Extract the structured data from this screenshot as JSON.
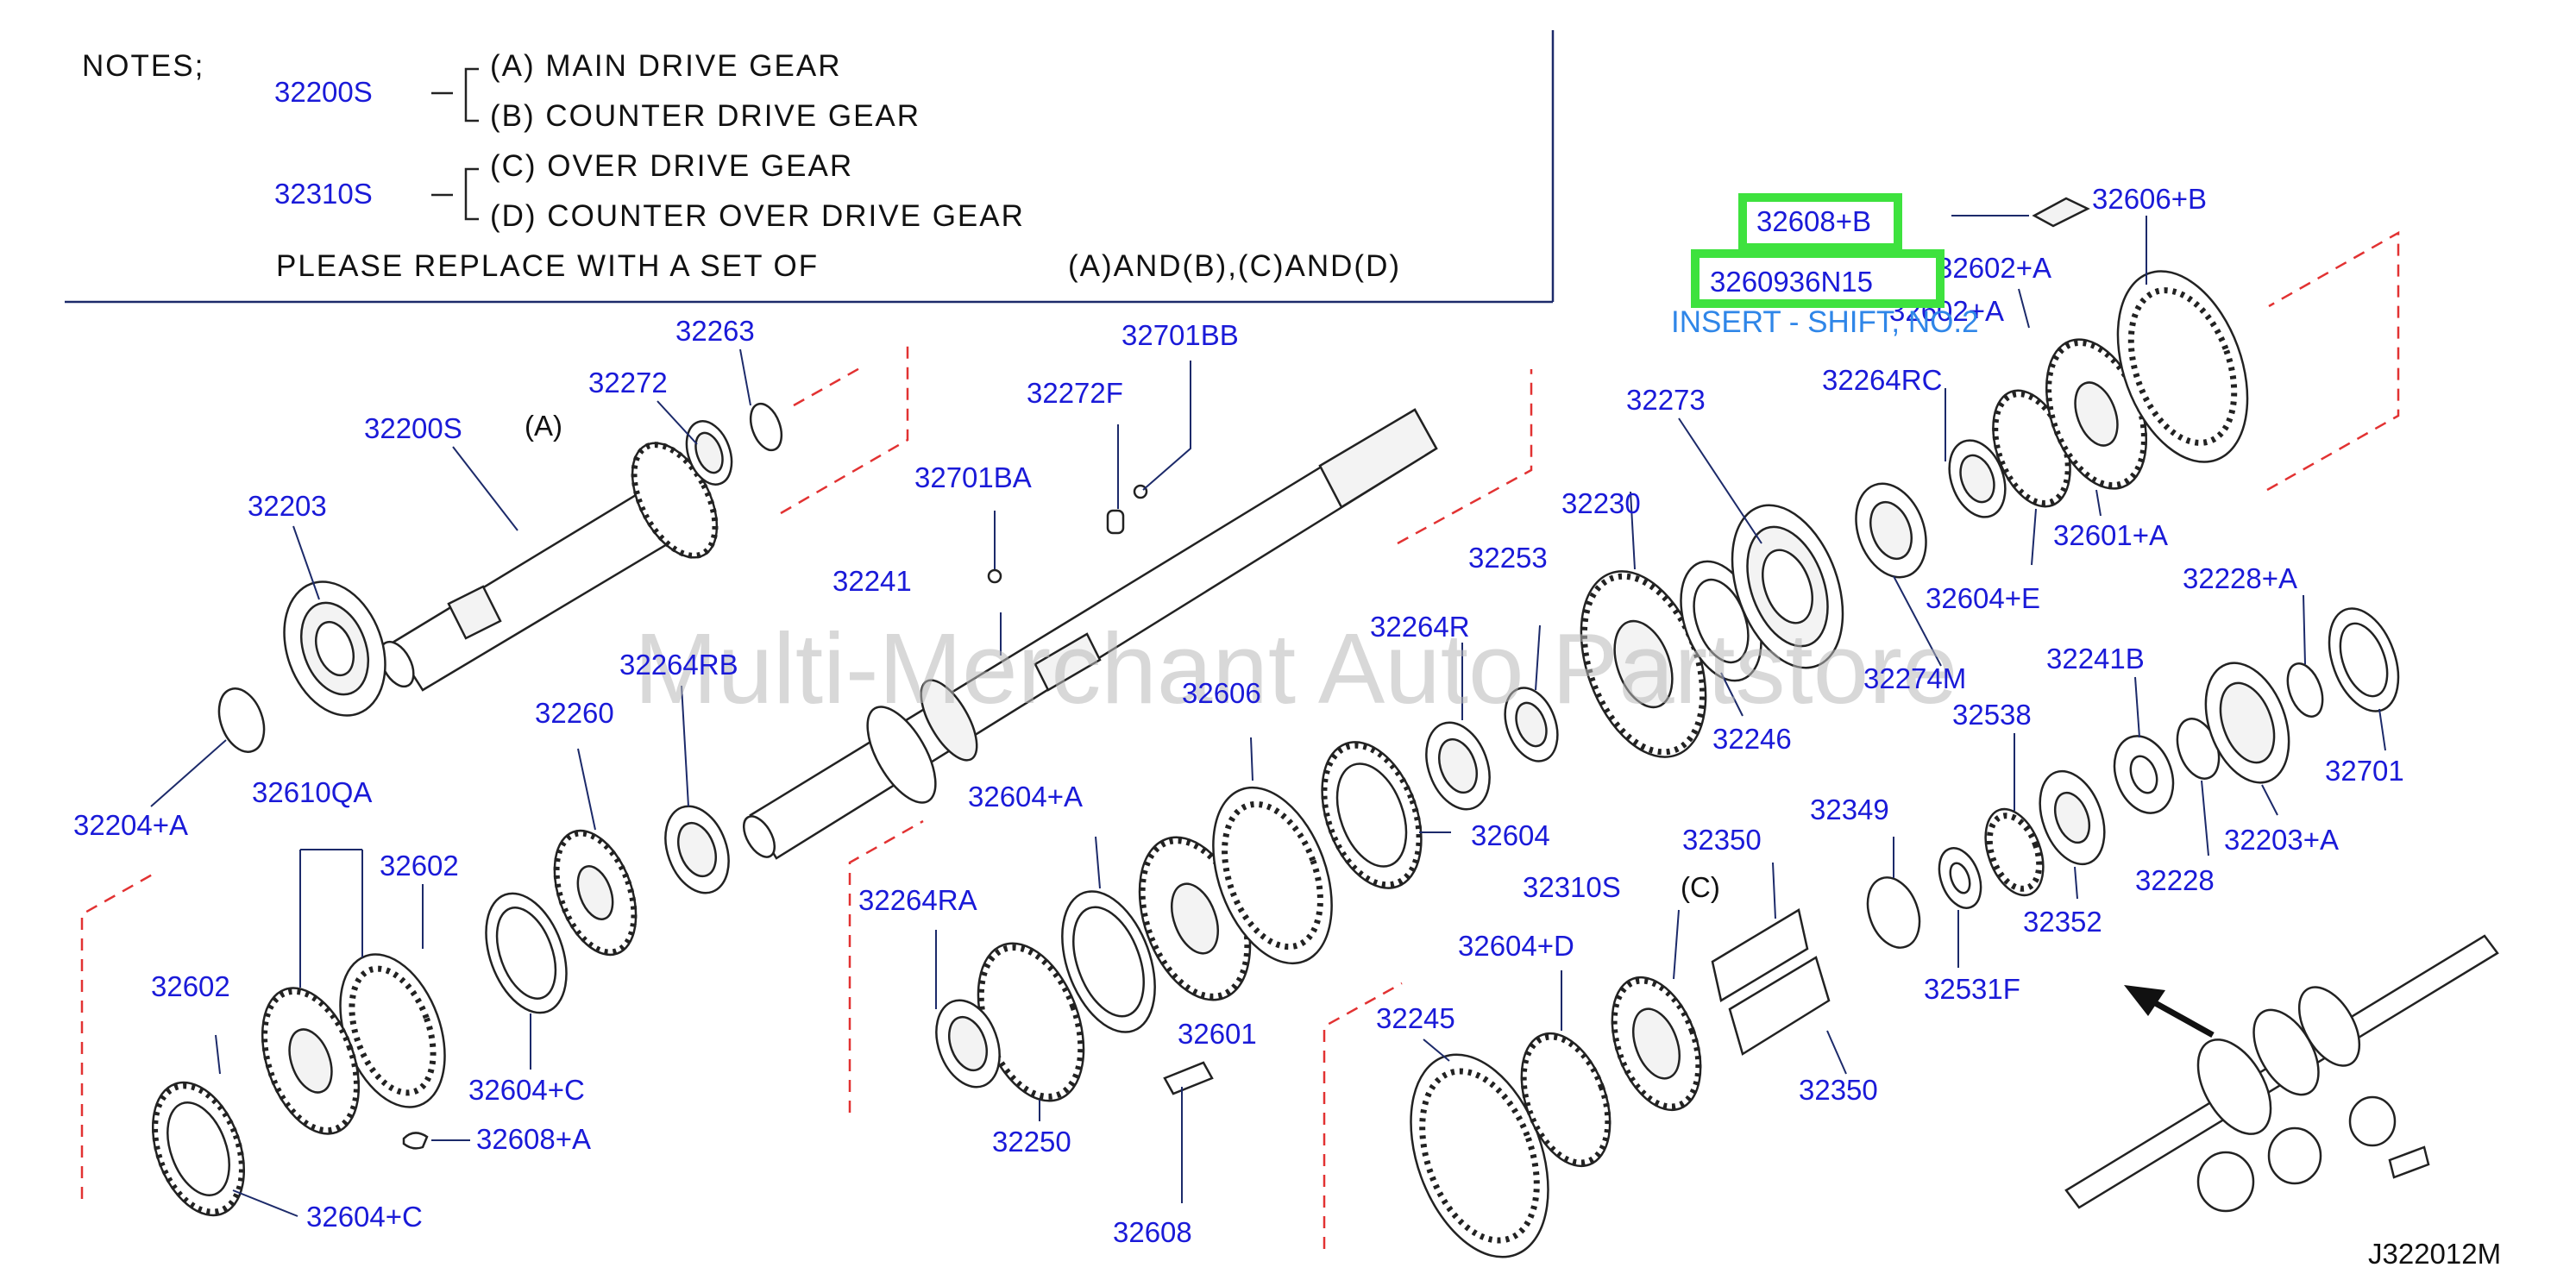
{
  "notes": {
    "heading": "NOTES;",
    "group1_part": "32200S",
    "item_a": "(A)  MAIN  DRIVE  GEAR",
    "item_b": "(B)  COUNTER  DRIVE  GEAR",
    "group2_part": "32310S",
    "item_c": "(C)  OVER  DRIVE  GEAR",
    "item_d": "(D)  COUNTER  OVER  DRIVE  GEAR",
    "replace_text": "PLEASE  REPLACE  WITH  A  SET  OF",
    "replace_sets": "(A)AND(B),(C)AND(D)"
  },
  "highlight": {
    "part_1": "32608+B",
    "part_2": "3260936N15",
    "description": "INSERT - SHIFT, NO.2"
  },
  "markers": {
    "a": "(A)",
    "c": "(C)"
  },
  "watermark": "Multi-Merchant Auto Partstore",
  "diagram_code": "J322012M",
  "colors": {
    "part_number": "#1a1ad8",
    "highlight_border": "#3ee23e",
    "description_text": "#2f86e8",
    "section_dash": "#e23232"
  },
  "parts": {
    "p32263": "32263",
    "p32272": "32272",
    "p32200S": "32200S",
    "p32203": "32203",
    "p32204A": "32204+A",
    "p32701BB": "32701BB",
    "p32272F": "32272F",
    "p32701BA": "32701BA",
    "p32241": "32241",
    "p32264RB": "32264RB",
    "p32260": "32260",
    "p32610QA": "32610QA",
    "p32602a": "32602",
    "p32602b": "32602",
    "p32604Ca": "32604+C",
    "p32608A": "32608+A",
    "p32604Cb": "32604+C",
    "p32606B": "32606+B",
    "p32602A": "32602+A",
    "p32264RC": "32264RC",
    "p32273": "32273",
    "p32230": "32230",
    "p32253": "32253",
    "p32264R": "32264R",
    "p32606": "32606",
    "p32604A": "32604+A",
    "p32264RA": "32264RA",
    "p32601": "32601",
    "p32250": "32250",
    "p32608": "32608",
    "p32604": "32604",
    "p32246": "32246",
    "p32274M": "32274M",
    "p32604E": "32604+E",
    "p32601A": "32601+A",
    "p32228A": "32228+A",
    "p32241B": "32241B",
    "p32538": "32538",
    "p32701": "32701",
    "p32203A": "32203+A",
    "p32228": "32228",
    "p32352": "32352",
    "p32349": "32349",
    "p32350a": "32350",
    "p32310S": "32310S",
    "p32604D": "32604+D",
    "p32245": "32245",
    "p32531F": "32531F",
    "p32350b": "32350"
  }
}
